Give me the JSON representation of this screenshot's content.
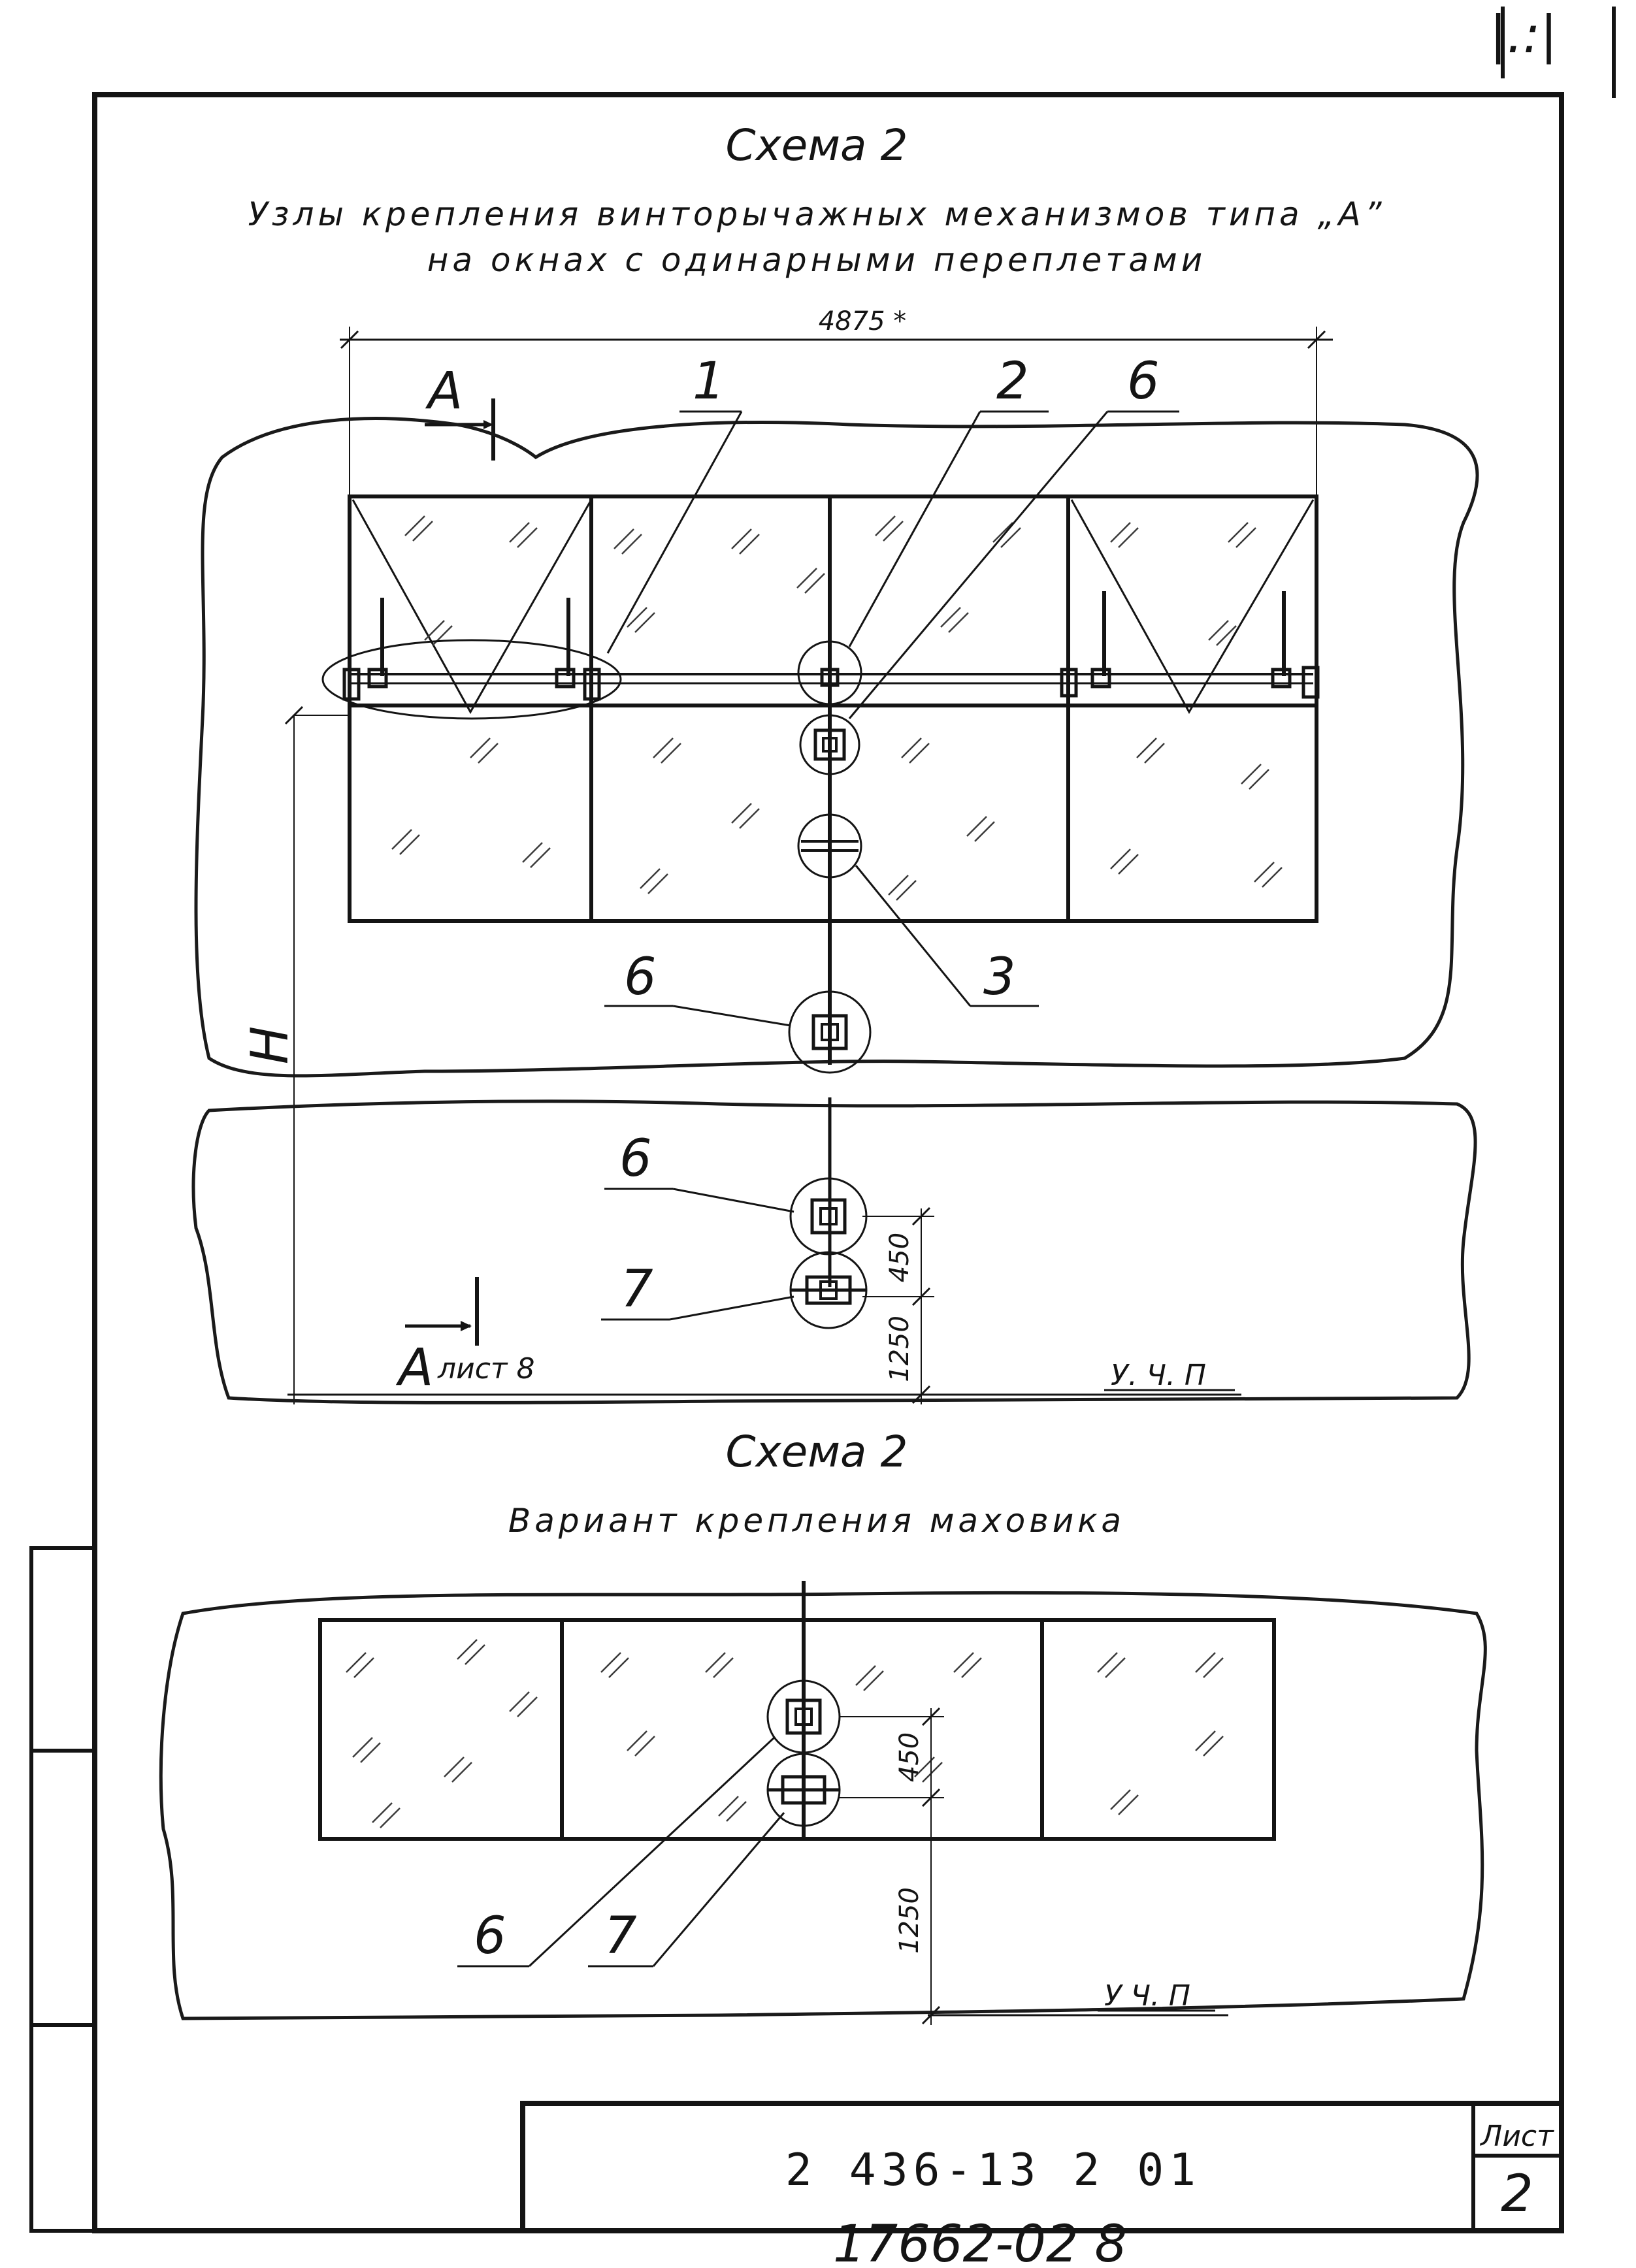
{
  "sheet_corner_mark": "|.:|",
  "schema1": {
    "title": "Схема 2",
    "subtitle_line1": "Узлы крепления винторычажных механизмов типа „А”",
    "subtitle_line2": "на окнах с одинарными переплетами",
    "overall_dim": "4875 *",
    "section_mark_top": "А",
    "section_mark_bottom": "А",
    "section_ref": "лист 8",
    "height_label": "Н",
    "dim_450": "450",
    "dim_1250": "1250",
    "floor_label": "У. Ч. П",
    "callouts": [
      "1",
      "2",
      "6",
      "3",
      "6",
      "6",
      "7"
    ]
  },
  "schema2": {
    "title": "Схема 2",
    "subtitle": "Вариант крепления маховика",
    "dim_450": "450",
    "dim_1250": "1250",
    "floor_label": "У Ч. П",
    "callouts": [
      "6",
      "7"
    ]
  },
  "title_block": {
    "doc_number": "2 436-13 2 01",
    "sheet_label": "Лист",
    "sheet_number": "2"
  },
  "footer_inventory": "17662-02   8"
}
